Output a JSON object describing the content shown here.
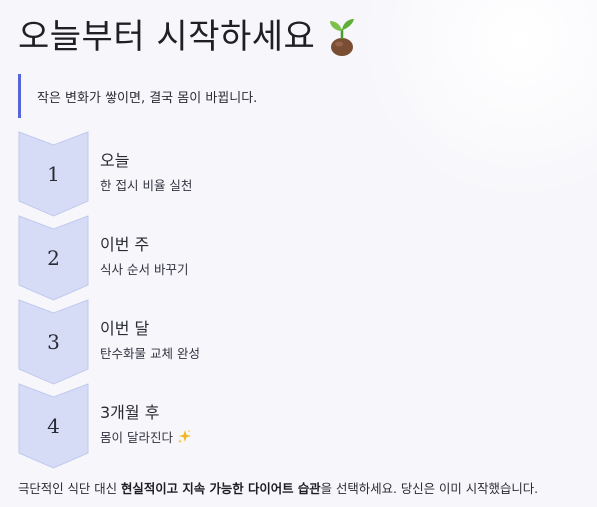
{
  "header": {
    "title": "오늘부터 시작하세요",
    "title_icon": "sprout-icon"
  },
  "quote": {
    "text": "작은 변화가 쌓이면, 결국 몸이 바뀝니다."
  },
  "steps": [
    {
      "number": "1",
      "title": "오늘",
      "desc": "한 접시 비율 실천"
    },
    {
      "number": "2",
      "title": "이번 주",
      "desc": "식사 순서 바꾸기"
    },
    {
      "number": "3",
      "title": "이번 달",
      "desc": "탄수화물 교체 완성"
    },
    {
      "number": "4",
      "title": "3개월 후",
      "desc": "몸이 달라진다",
      "icon": "sparkles-icon"
    }
  ],
  "footer": {
    "before": "극단적인 식단 대신 ",
    "bold": "현실적이고 지속 가능한 다이어트 습관",
    "after": "을 선택하세요. 당신은 이미 시작했습니다."
  },
  "colors": {
    "accent_bar": "#5566d8",
    "chevron_fill": "#d7dcf6",
    "chevron_stroke": "#c2c9ee",
    "background": "#f7f7fb"
  }
}
